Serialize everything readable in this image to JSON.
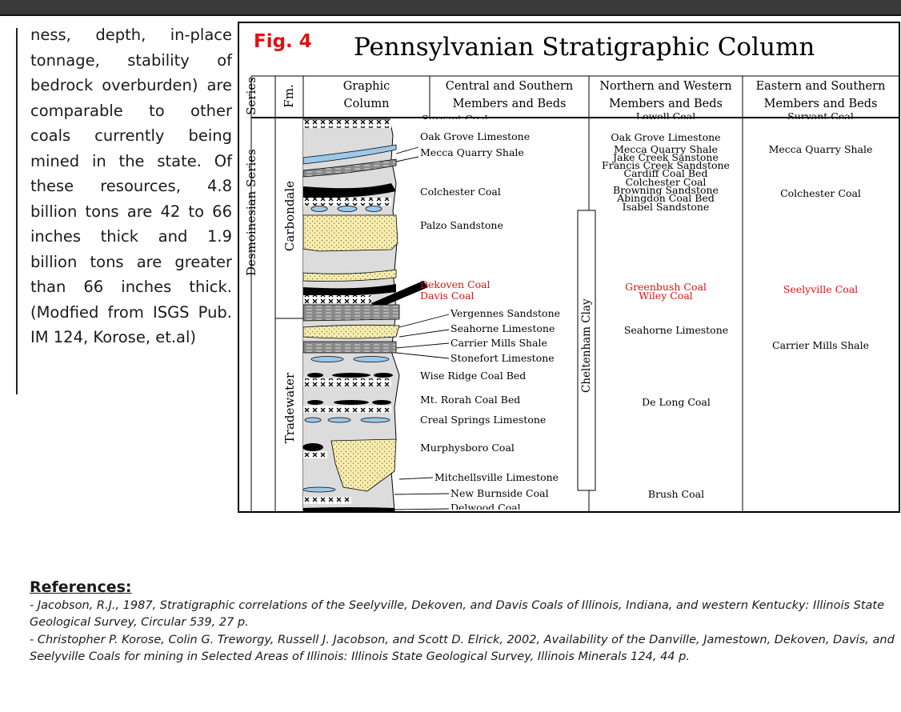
{
  "paragraph": "ness, depth, in-place tonnage, stability of bedrock overburden) are comparable to other coals currently being mined in the state. Of these resources, 4.8 billion tons are 42 to 66 inches thick and 1.9 billion tons are greater than 66 inches thick. (Modfied from ISGS Pub. IM 124, Korose, et.al)",
  "figure": {
    "label": "Fig. 4",
    "title": "Pennsylvanian Stratigraphic Column",
    "headers": {
      "series": "Series",
      "fm": "Fm.",
      "graphic": [
        "Graphic",
        "Column"
      ],
      "central": [
        "Central and Southern",
        "Members and Beds"
      ],
      "northern": [
        "Northern and Western",
        "Members and Beds"
      ],
      "eastern": [
        "Eastern and Southern",
        "Members and Beds"
      ]
    },
    "series_name": "Desmoinesian Series",
    "formations": [
      "Carbondale",
      "Tradewater"
    ],
    "clay_label": "Cheltenham Clay",
    "central_labels": [
      "Survant Coal",
      "Oak Grove Limestone",
      "Mecca Quarry Shale",
      "Colchester Coal",
      "Palzo Sandstone",
      "Dekoven Coal",
      "Davis Coal",
      "Vergennes Sandstone",
      "Seahorne Limestone",
      "Carrier Mills Shale",
      "Stonefort Limestone",
      "Wise Ridge Coal Bed",
      "Mt. Rorah Coal Bed",
      "Creal Springs Limestone",
      "Murphysboro Coal",
      "Mitchellsville Limestone",
      "New Burnside Coal",
      "Delwood Coal"
    ],
    "northern_labels": [
      "Lowell Coal",
      "Oak Grove Limestone",
      "Mecca Quarry Shale",
      "Jake Creek Sanstone",
      "Francis Creek Sandstone",
      "Cardiff Coal Bed",
      "Colchester Coal",
      "Browning Sandstone",
      "Abingdon Coal Bed",
      "Isabel Sandstone",
      "Greenbush Coal",
      "Wiley Coal",
      "Seahorne Limestone",
      "De Long Coal",
      "Brush Coal"
    ],
    "eastern_labels": [
      "Survant Coal",
      "Mecca Quarry Shale",
      "Colchester Coal",
      "Seelyville Coal",
      "Carrier Mills Shale"
    ],
    "highlight_color": "#e01010"
  },
  "references": {
    "title": "References:",
    "items": [
      "- Jacobson, R.J., 1987, Stratigraphic correlations of the Seelyville, Dekoven, and Davis Coals of Illinois, Indiana, and western Kentucky: Illinois State Geological Survey, Circular 539, 27 p.",
      "- Christopher P. Korose, Colin G. Treworgy, Russell J. Jacobson, and Scott D. Elrick, 2002, Availability of the Danville, Jamestown, Dekoven, Davis, and Seelyville Coals for mining in Selected Areas of Illinois: Illinois State Geological Survey, Illinois Minerals 124, 44 p."
    ]
  }
}
